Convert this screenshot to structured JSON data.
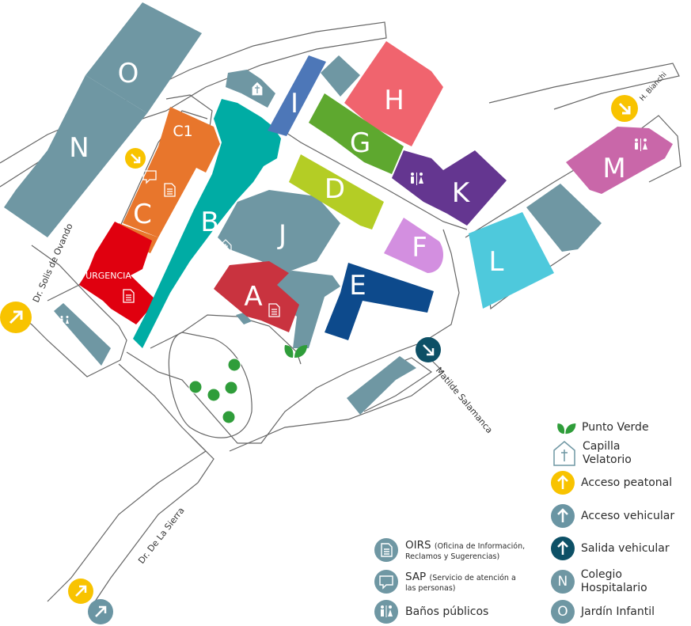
{
  "buildings": {
    "O": "O",
    "N": "N",
    "C1": "C1",
    "C": "C",
    "B": "B",
    "I": "I",
    "H": "H",
    "G": "G",
    "K": "K",
    "D": "D",
    "J": "J",
    "F": "F",
    "A": "A",
    "E": "E",
    "L": "L",
    "M": "M"
  },
  "urgencia": "URGENCIA",
  "streets": {
    "solis": "Dr. Solis de Ovando",
    "bianchi": "H. Bianchi",
    "salamanca": "Matilde Salamanca",
    "sierra": "Dr. De La Sierra"
  },
  "legend_right": {
    "punto_verde": "Punto Verde",
    "capilla_line1": "Capilla",
    "capilla_line2": "Velatorio",
    "acceso_peatonal": "Acceso peatonal",
    "acceso_vehicular": "Acceso vehicular",
    "salida_vehicular": "Salida vehicular",
    "colegio": "Colegio Hospitalario",
    "colegio_letter": "N",
    "jardin": "Jardín Infantil",
    "jardin_letter": "O"
  },
  "legend_left": {
    "oirs_title": "OIRS",
    "oirs_detail_1": "(Oficina de Información,",
    "oirs_detail_2": "Reclamos y Sugerencias)",
    "sap_title": "SAP",
    "sap_detail_1": "(Servicio de atención a",
    "sap_detail_2": "las personas)",
    "banos": "Baños públicos"
  },
  "colors": {
    "grey_building": "#6f97a3",
    "building_C1": "#e8762c",
    "building_C": "#e8762c",
    "urgencia": "#e0000f",
    "building_B": "#00aca4",
    "building_I": "#4d77b8",
    "building_H": "#f0646e",
    "building_G": "#5ea82f",
    "building_K": "#643690",
    "building_D": "#b4cd25",
    "building_F": "#d38fe0",
    "building_A": "#c9333f",
    "building_E": "#0d4a8c",
    "building_L": "#4ec9dc",
    "building_M": "#c967a9",
    "pedestrian": "#f8c300",
    "vehicle_in": "#6a95a3",
    "vehicle_out": "#0d5066",
    "green": "#2f9d3a"
  }
}
